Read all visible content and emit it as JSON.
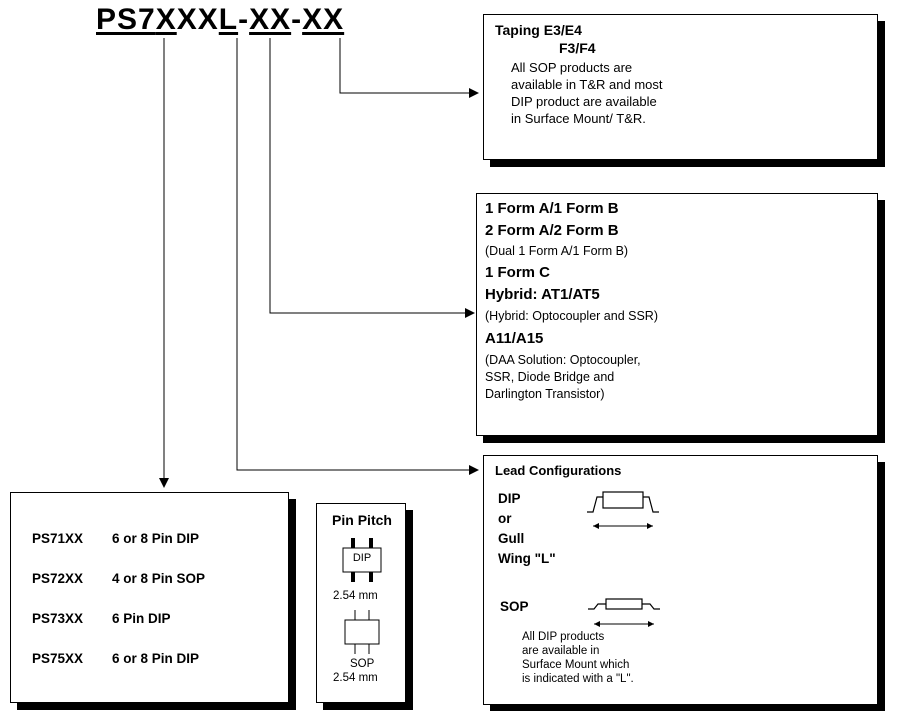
{
  "part_number": {
    "prefix": "PS7",
    "x1": "X",
    "xx": "XX",
    "l": "L",
    "dash1": "-",
    "code1": "XX",
    "dash2": "-",
    "code2": "XX"
  },
  "taping": {
    "title_line1": "Taping E3/E4",
    "title_line2": "F3/F4",
    "body_lines": [
      "All SOP products are",
      "available in T&R and most",
      "DIP product are available",
      "in Surface Mount/ T&R."
    ]
  },
  "forms": {
    "lines": [
      {
        "text": "1 Form A/1 Form B",
        "style": "big"
      },
      {
        "text": "2 Form A/2 Form B",
        "style": "big"
      },
      {
        "text": "(Dual 1 Form A/1 Form B)",
        "style": "small"
      },
      {
        "text": "1 Form C",
        "style": "big"
      },
      {
        "text": "Hybrid: AT1/AT5",
        "style": "big"
      },
      {
        "text": "(Hybrid: Optocoupler and SSR)",
        "style": "small"
      },
      {
        "text": "A11/A15",
        "style": "big"
      },
      {
        "text": "(DAA Solution: Optocoupler,",
        "style": "small"
      },
      {
        "text": "SSR, Diode Bridge and",
        "style": "small"
      },
      {
        "text": "Darlington Transistor)",
        "style": "small"
      }
    ]
  },
  "lead": {
    "title": "Lead Configurations",
    "dip_label": [
      "DIP",
      "or",
      "Gull",
      "Wing \"L\""
    ],
    "sop_label": "SOP",
    "note_lines": [
      "All DIP products",
      "are available in",
      "Surface Mount which",
      "is indicated with a \"L\"."
    ]
  },
  "products": [
    {
      "code": "PS71XX",
      "desc": "6 or 8 Pin DIP"
    },
    {
      "code": "PS72XX",
      "desc": "4 or 8 Pin SOP"
    },
    {
      "code": "PS73XX",
      "desc": "6 Pin DIP"
    },
    {
      "code": "PS75XX",
      "desc": "6 or 8 Pin DIP"
    }
  ],
  "pin_pitch": {
    "title": "Pin Pitch",
    "dip_text": "DIP",
    "dip_mm": "2.54 mm",
    "sop_text": "SOP",
    "sop_mm": "2.54 mm"
  }
}
